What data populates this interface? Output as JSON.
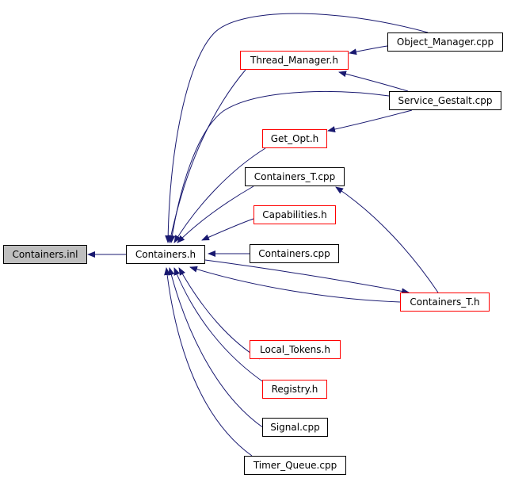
{
  "diagram": {
    "colors": {
      "edge": "#191970",
      "red_border": "#ff0000",
      "black_border": "#000000",
      "root_fill": "#bfbfbf"
    },
    "nodes": {
      "containers_inl": {
        "label": "Containers.inl",
        "border": "black",
        "highlight": true
      },
      "containers_h": {
        "label": "Containers.h",
        "border": "black"
      },
      "object_manager_cpp": {
        "label": "Object_Manager.cpp",
        "border": "black"
      },
      "thread_manager_h": {
        "label": "Thread_Manager.h",
        "border": "red"
      },
      "service_gestalt_cpp": {
        "label": "Service_Gestalt.cpp",
        "border": "black"
      },
      "get_opt_h": {
        "label": "Get_Opt.h",
        "border": "red"
      },
      "containers_t_cpp": {
        "label": "Containers_T.cpp",
        "border": "black"
      },
      "capabilities_h": {
        "label": "Capabilities.h",
        "border": "red"
      },
      "containers_cpp": {
        "label": "Containers.cpp",
        "border": "black"
      },
      "containers_t_h": {
        "label": "Containers_T.h",
        "border": "red"
      },
      "local_tokens_h": {
        "label": "Local_Tokens.h",
        "border": "red"
      },
      "registry_h": {
        "label": "Registry.h",
        "border": "red"
      },
      "signal_cpp": {
        "label": "Signal.cpp",
        "border": "black"
      },
      "timer_queue_cpp": {
        "label": "Timer_Queue.cpp",
        "border": "black"
      }
    },
    "edges": [
      {
        "from": "containers_h",
        "to": "containers_inl"
      },
      {
        "from": "object_manager_cpp",
        "to": "thread_manager_h"
      },
      {
        "from": "service_gestalt_cpp",
        "to": "thread_manager_h"
      },
      {
        "from": "service_gestalt_cpp",
        "to": "get_opt_h"
      },
      {
        "from": "containers_t_h",
        "to": "containers_t_cpp"
      },
      {
        "from": "object_manager_cpp",
        "to": "containers_h"
      },
      {
        "from": "thread_manager_h",
        "to": "containers_h"
      },
      {
        "from": "service_gestalt_cpp",
        "to": "containers_h"
      },
      {
        "from": "get_opt_h",
        "to": "containers_h"
      },
      {
        "from": "containers_t_cpp",
        "to": "containers_h"
      },
      {
        "from": "capabilities_h",
        "to": "containers_h"
      },
      {
        "from": "containers_cpp",
        "to": "containers_h"
      },
      {
        "from": "containers_h",
        "to": "containers_t_h"
      },
      {
        "from": "containers_t_h",
        "to": "containers_h"
      },
      {
        "from": "local_tokens_h",
        "to": "containers_h"
      },
      {
        "from": "registry_h",
        "to": "containers_h"
      },
      {
        "from": "signal_cpp",
        "to": "containers_h"
      },
      {
        "from": "timer_queue_cpp",
        "to": "containers_h"
      }
    ]
  }
}
